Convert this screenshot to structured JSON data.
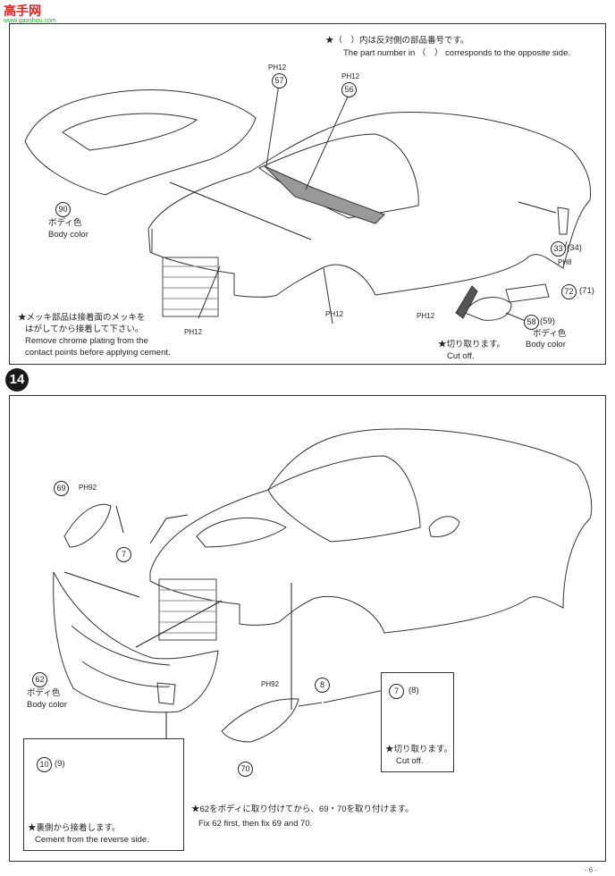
{
  "watermark": {
    "main": "高手网",
    "sub": "www.gaoshou.com"
  },
  "step_number": "14",
  "top": {
    "note_jp": "★（　）内は反対側の部品番号です。",
    "note_en": "The part number in （　） corresponds to the opposite side.",
    "ph12_a": "PH12",
    "ph12_b": "PH12",
    "ph12_c": "PH12",
    "ph12_d": "PH12",
    "ph12_e": "PH12",
    "p57": "57",
    "p56": "56",
    "p90": "90",
    "p90_jp": "ボディ色",
    "p90_en": "Body color",
    "p33": "33",
    "p34": "(34)",
    "ph8": "PH8",
    "p72": "72",
    "p71": "(71)",
    "p58": "58",
    "p59": "(59)",
    "mirror_jp": "ボディ色",
    "mirror_en": "Body color",
    "cut_jp": "★切り取ります。",
    "cut_en": "Cut off.",
    "chrome_jp1": "★メッキ部品は接着面のメッキを",
    "chrome_jp2": "はがしてから接着して下さい。",
    "chrome_en1": "Remove chrome plating from the",
    "chrome_en2": "contact points before applying cement."
  },
  "bottom": {
    "p69": "69",
    "ph92_a": "PH92",
    "p7": "7",
    "p62": "62",
    "p62_jp": "ボディ色",
    "p62_en": "Body color",
    "ph92_b": "PH92",
    "p70": "70",
    "p8": "8",
    "cut_p7": "7",
    "cut_p8": "(8)",
    "cut_jp": "★切り取ります。",
    "cut_en": "Cut off.",
    "inset_p10": "10",
    "inset_p9": "(9)",
    "inset_jp": "★裏側から接着します。",
    "inset_en": "Cement from the reverse side.",
    "fix_jp": "★62をボディに取り付けてから、69・70を取り付けます。",
    "fix_en": "Fix 62 first, then fix 69 and 70."
  },
  "footer": "- 6 -"
}
